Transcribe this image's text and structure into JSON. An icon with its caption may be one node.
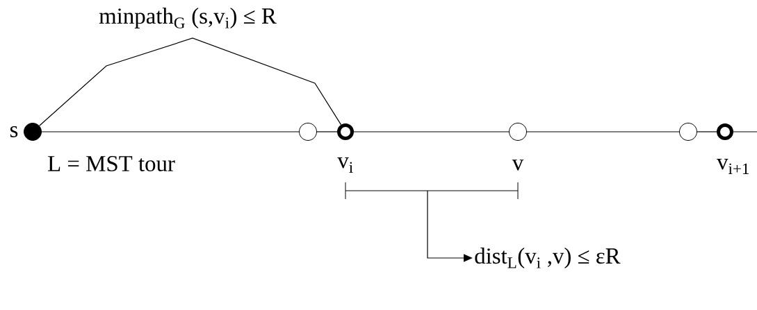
{
  "diagram": {
    "nodes": [
      {
        "text": [],
        "shape": "circle",
        "beside": [
          "s"
        ]
      },
      {
        "text": [],
        "shape": "circle"
      },
      {
        "text": [],
        "shape": "circle",
        "beside": [
          "v$_{i}$"
        ]
      },
      {
        "text": [],
        "shape": "circle",
        "beside": [
          "v"
        ]
      },
      {
        "text": [],
        "shape": "circle"
      },
      {
        "text": [],
        "shape": "circle",
        "beside": [
          "v$_{i+1}$"
        ]
      },
      {
        "text": [
          "dist$_{L}$(v$_{i}$ ,v) ≤ εR"
        ]
      }
    ],
    "edges": [
      {
        "from": 0,
        "to": 1,
        "arrow": "none",
        "label": "L = MST tour"
      },
      {
        "from": 1,
        "to": 2,
        "arrow": "none"
      },
      {
        "from": 2,
        "to": 3,
        "arrow": "none"
      },
      {
        "from": 3,
        "to": 4,
        "arrow": "none"
      },
      {
        "from": 4,
        "to": 5,
        "arrow": "none"
      },
      {
        "from": 5,
        "to": null,
        "arrow": "none"
      },
      {
        "from": 0,
        "to": 2,
        "arrow": "none",
        "label": "minpath$_{G}$ (s,v$_{i}$) ≤ R"
      },
      {
        "from": null,
        "to": 6,
        "arrow": "to"
      }
    ]
  }
}
